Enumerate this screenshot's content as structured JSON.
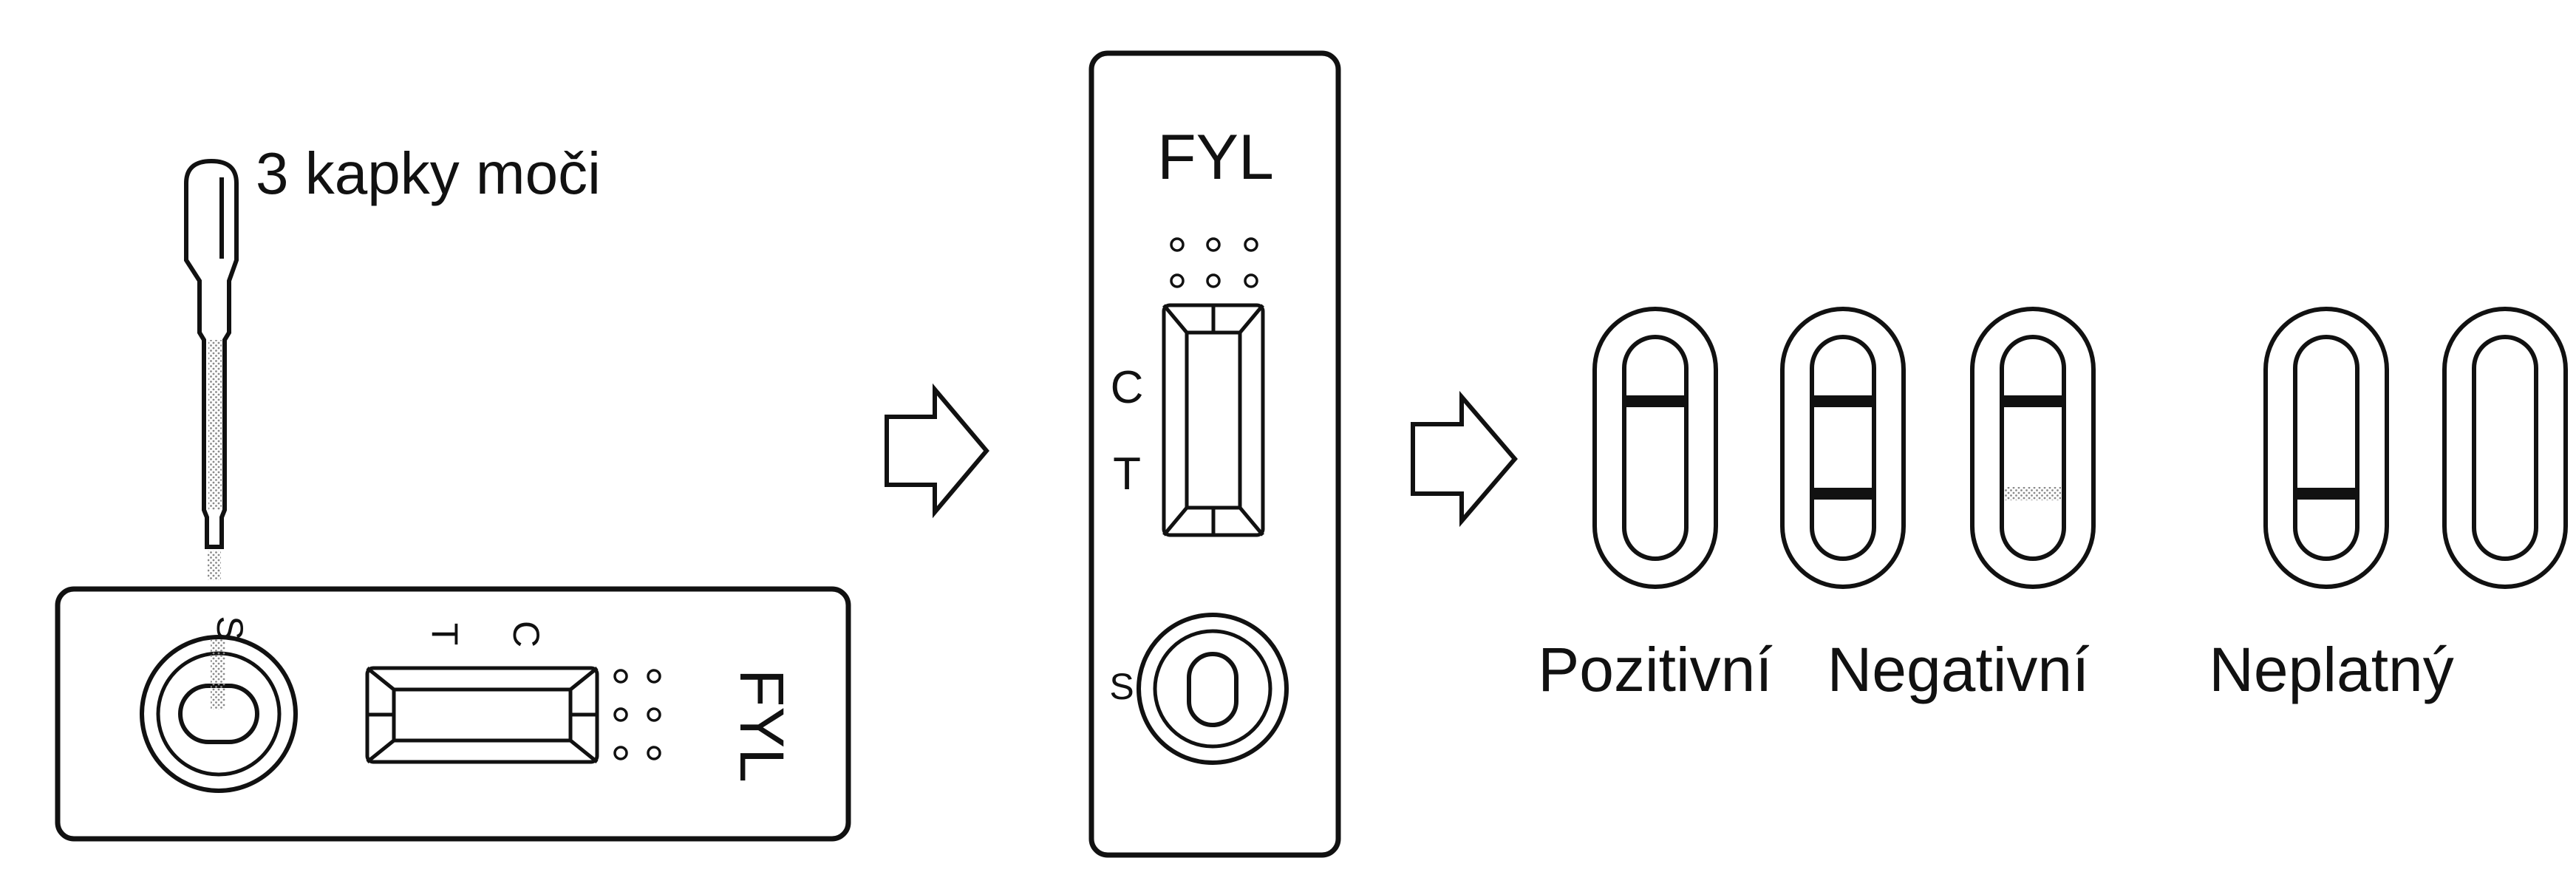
{
  "instruction": {
    "label": "3 kapky moči"
  },
  "cassette_horizontal": {
    "sample_label": "S",
    "test_label": "T",
    "control_label": "C",
    "brand": "FYL"
  },
  "cassette_vertical": {
    "brand": "FYL",
    "control_label": "C",
    "test_label": "T",
    "sample_label": "S"
  },
  "results": [
    {
      "label": "Pozitivní",
      "windows": [
        {
          "control": true,
          "test": false,
          "faint": false
        }
      ]
    },
    {
      "label": "Negativní",
      "windows": [
        {
          "control": true,
          "test": true,
          "faint": false
        },
        {
          "control": true,
          "test": false,
          "faint": true
        }
      ]
    },
    {
      "label": "Neplatný",
      "windows": [
        {
          "control": false,
          "test": true,
          "faint": false
        },
        {
          "control": false,
          "test": false,
          "faint": false
        }
      ]
    }
  ],
  "colors": {
    "ink": "#111111",
    "background": "#ffffff",
    "dropper_fill": "#bdbdbd"
  }
}
